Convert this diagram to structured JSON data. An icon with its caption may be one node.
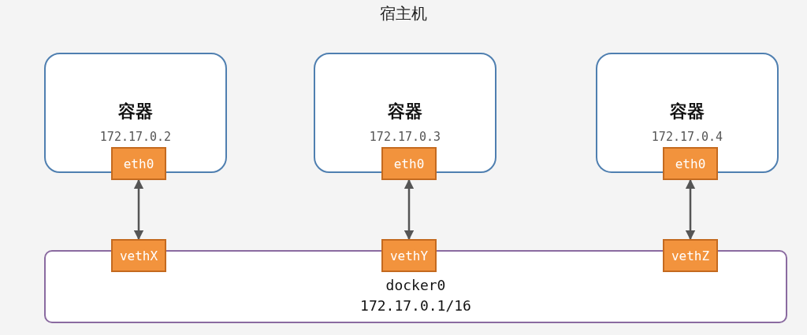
{
  "diagram": {
    "title": "宿主机",
    "nodes": [
      {
        "text": [
          "容器",
          "172.17.0.2"
        ]
      },
      {
        "text": [
          "eth0"
        ]
      },
      {
        "text": [
          "容器",
          "172.17.0.3"
        ]
      },
      {
        "text": [
          "eth0"
        ]
      },
      {
        "text": [
          "容器",
          "172.17.0.4"
        ]
      },
      {
        "text": [
          "eth0"
        ]
      },
      {
        "text": [
          "docker0",
          "172.17.0.1/16"
        ]
      },
      {
        "text": [
          "vethX"
        ]
      },
      {
        "text": [
          "vethY"
        ]
      },
      {
        "text": [
          "vethZ"
        ]
      }
    ],
    "edges": [
      {
        "from": 1,
        "to": 7,
        "arrow": "both"
      },
      {
        "from": 3,
        "to": 8,
        "arrow": "both"
      },
      {
        "from": 5,
        "to": 9,
        "arrow": "both"
      }
    ]
  }
}
